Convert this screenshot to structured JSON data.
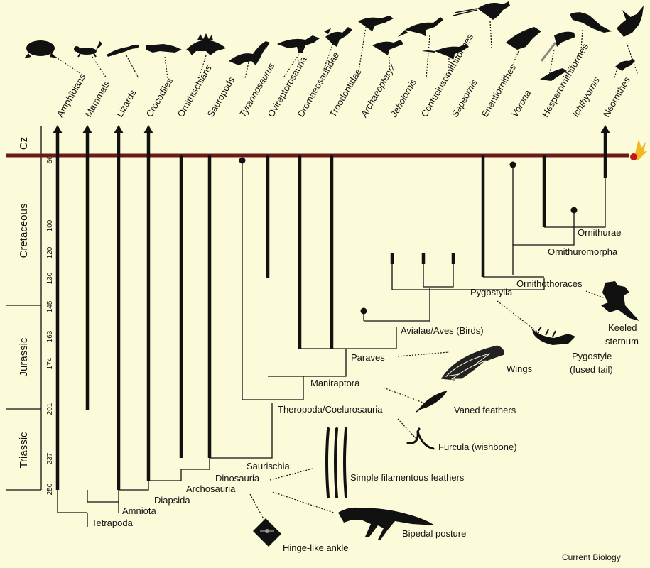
{
  "taxa": [
    {
      "name": "Amphibians",
      "italic": false
    },
    {
      "name": "Mammals",
      "italic": false
    },
    {
      "name": "Lizards",
      "italic": false
    },
    {
      "name": "Crocodiles",
      "italic": false
    },
    {
      "name": "Ornithischians",
      "italic": false
    },
    {
      "name": "Sauropods",
      "italic": false
    },
    {
      "name": "Tyrannosaurus",
      "italic": true
    },
    {
      "name": "Oviraptorosauria",
      "italic": false
    },
    {
      "name": "Dromaeosauridae",
      "italic": false
    },
    {
      "name": "Troodontidae",
      "italic": false
    },
    {
      "name": "Archaeopteryx",
      "italic": true
    },
    {
      "name": "Jeholornis",
      "italic": true
    },
    {
      "name": "Confuciusornithiformes",
      "italic": false
    },
    {
      "name": "Sapeornis",
      "italic": true
    },
    {
      "name": "Enantiornithes",
      "italic": false
    },
    {
      "name": "Vorona",
      "italic": true
    },
    {
      "name": "Hesperornithiformes",
      "italic": false
    },
    {
      "name": "Ichthyornis",
      "italic": true
    },
    {
      "name": "Neornithes",
      "italic": false
    }
  ],
  "clades": {
    "tetrapoda": "Tetrapoda",
    "amniota": "Amniota",
    "diapsida": "Diapsida",
    "archosauria": "Archosauria",
    "dinosauria": "Dinosauria",
    "saurischia": "Saurischia",
    "theropoda": "Theropoda/Coelurosauria",
    "maniraptora": "Maniraptora",
    "paraves": "Paraves",
    "avialae": "Avialae/Aves (Birds)",
    "pygostylia": "Pygostylia",
    "ornithothoraces": "Ornithothoraces",
    "ornithuromorpha": "Ornithuromorpha",
    "ornithurae": "Ornithurae"
  },
  "traits": {
    "hinge_ankle": "Hinge-like ankle",
    "bipedal": "Bipedal posture",
    "filament_feathers": "Simple filamentous feathers",
    "furcula": "Furcula (wishbone)",
    "vaned_feathers": "Vaned feathers",
    "wings": "Wings",
    "pygostyle_line1": "Pygostyle",
    "pygostyle_line2": "(fused tail)",
    "keeled_line1": "Keeled",
    "keeled_line2": "sternum"
  },
  "timescale": {
    "periods": [
      "Cz",
      "Cretaceous",
      "Jurassic",
      "Triassic"
    ],
    "ticks": [
      "66",
      "100",
      "120",
      "130",
      "145",
      "163",
      "174",
      "201",
      "237",
      "250"
    ]
  },
  "credit": "Current Biology",
  "colors": {
    "background": "#fbfbd9",
    "k_pg_line": "#6b1a1a",
    "asteroid": "#c0181a",
    "flame": "#f2b620",
    "lines": "#111111"
  }
}
